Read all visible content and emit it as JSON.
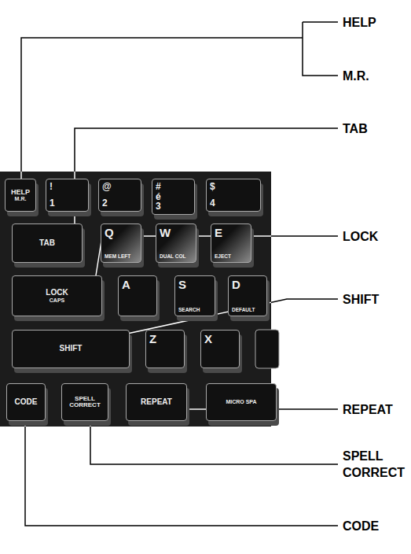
{
  "diagram": {
    "nodes": [
      {
        "text": [
          "HELP",
          "M.R."
        ]
      },
      {
        "text": [
          "!",
          "1"
        ]
      },
      {
        "text": [
          "@",
          "2"
        ]
      },
      {
        "text": [
          "#",
          "é",
          "3"
        ]
      },
      {
        "text": [
          "$",
          "4"
        ]
      },
      {
        "text": [
          "TAB"
        ]
      },
      {
        "text": [
          "Q",
          "MEM LEFT"
        ]
      },
      {
        "text": [
          "W",
          "DUAL COL"
        ]
      },
      {
        "text": [
          "E",
          "EJECT"
        ]
      },
      {
        "text": [
          "LOCK",
          "CAPS"
        ]
      },
      {
        "text": [
          "A"
        ]
      },
      {
        "text": [
          "S",
          "SEARCH"
        ]
      },
      {
        "text": [
          "D",
          "DEFAULT"
        ]
      },
      {
        "text": [
          "SHIFT"
        ]
      },
      {
        "text": [
          "Z"
        ]
      },
      {
        "text": [
          "X"
        ]
      },
      {
        "text": [
          "CODE"
        ]
      },
      {
        "text": [
          "SPELL CORRECT"
        ]
      },
      {
        "text": [
          "REPEAT"
        ]
      },
      {
        "text": [
          "MICRO SPA"
        ]
      }
    ],
    "labels": [
      "HELP",
      "M.R.",
      "TAB",
      "LOCK",
      "SHIFT",
      "REPEAT",
      "SPELL CORRECT",
      "CODE"
    ]
  }
}
